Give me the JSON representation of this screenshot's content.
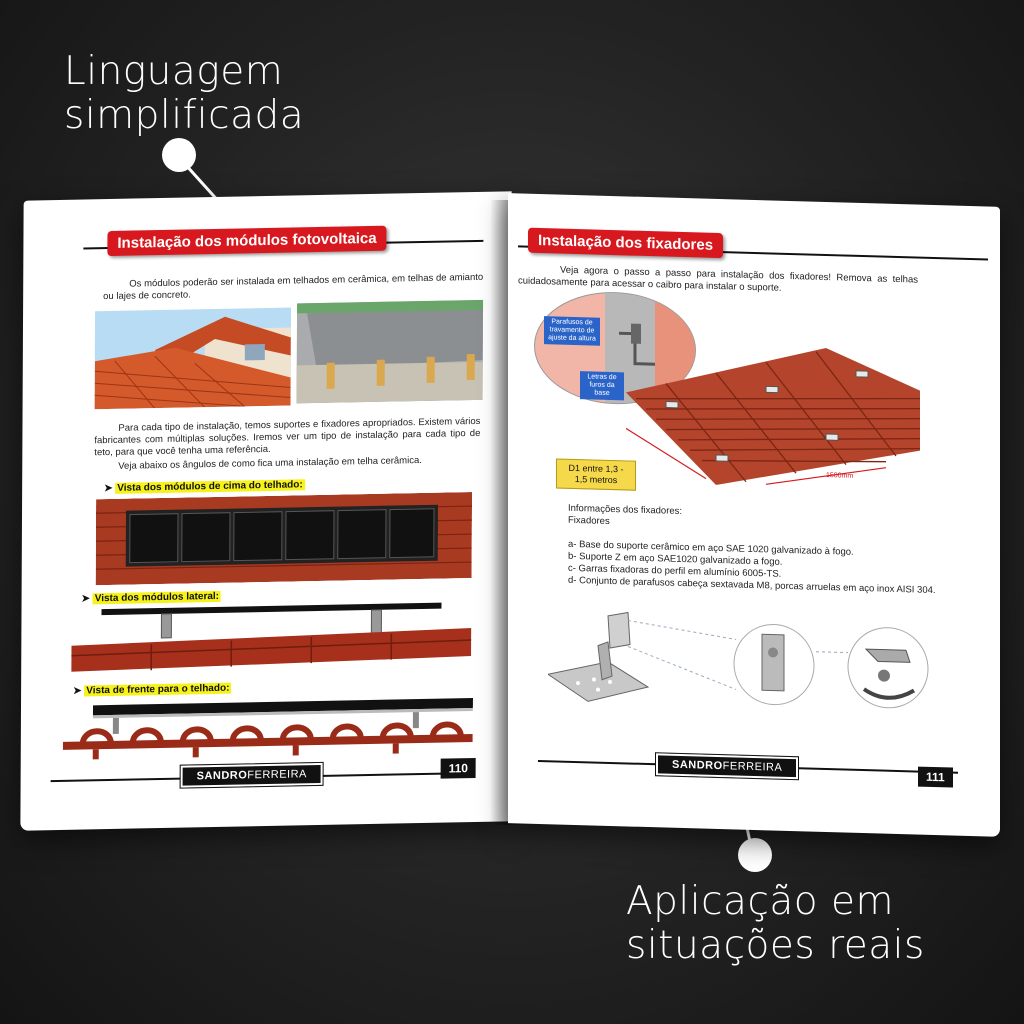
{
  "callouts": {
    "top": [
      "Linguagem",
      "simplificada"
    ],
    "bottom": [
      "Aplicação em",
      "situações reais"
    ]
  },
  "left_page": {
    "title": "Instalação dos módulos fotovoltaica",
    "intro": "Os módulos poderão ser instalada em telhados em cerâmica, em telhas de amianto ou lajes de concreto.",
    "body1": "Para cada tipo de instalação, temos suportes e fixadores apropriados. Existem vários fabricantes com múltiplas soluções. Iremos ver um tipo de instalação para cada tipo de teto, para que você tenha uma referência.",
    "body2": "Veja abaixo os ângulos de como fica uma instalação em telha cerâmica.",
    "view_top": "Vista dos módulos de cima do telhado:",
    "view_side": "Vista dos módulos lateral:",
    "view_front": "Vista de frente para o telhado:",
    "brand_bold": "SANDRO",
    "brand_light": "FERREIRA",
    "page_number": "110"
  },
  "right_page": {
    "title": "Instalação dos fixadores",
    "intro": "Veja agora o passo a passo para instalação dos fixadores! Remova as telhas cuidadosamente para acessar o caibro para instalar o suporte.",
    "label_screws": "Parafusos de travamento de ajuste da altura",
    "label_holes": "Letras de furos da base",
    "d1_label": "D1 entre 1,3 - 1,5 metros",
    "dim_label": "1500mm",
    "info_title": "Informações dos fixadores:",
    "info_sub": "Fixadores",
    "items": [
      "a- Base do suporte cerâmico em aço SAE 1020 galvanizado à fogo.",
      "b- Suporte Z em aço SAE1020 galvanizado a fogo.",
      "c- Garras fixadoras do perfil em alumínio 6005-TS.",
      "d- Conjunto de parafusos cabeça sextavada M8, porcas arruelas em aço inox AISI 304."
    ],
    "brand_bold": "SANDRO",
    "brand_light": "FERREIRA",
    "page_number": "111"
  },
  "colors": {
    "accent": "#d7191f",
    "highlight": "#f6f21a",
    "roof": "#c9502a"
  }
}
